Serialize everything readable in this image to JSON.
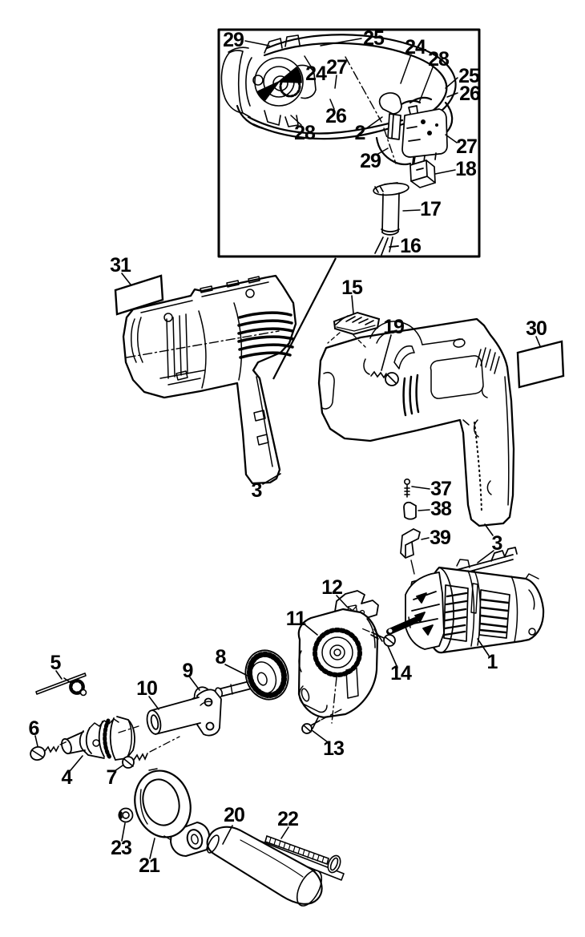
{
  "figure": {
    "type": "exploded-parts-diagram",
    "subject": "electric drill parts schematic",
    "colors": {
      "line": "#000000",
      "background": "#ffffff"
    }
  },
  "inset_labels": [
    "29",
    "25",
    "24",
    "28",
    "25",
    "26",
    "24",
    "27",
    "26",
    "28",
    "2",
    "29",
    "27",
    "18",
    "17",
    "16"
  ],
  "part_labels": [
    "31",
    "15",
    "19",
    "30",
    "3",
    "37",
    "38",
    "39",
    "3",
    "12",
    "11",
    "14",
    "1",
    "13",
    "5",
    "8",
    "9",
    "10",
    "6",
    "4",
    "7",
    "23",
    "21",
    "20",
    "22"
  ]
}
